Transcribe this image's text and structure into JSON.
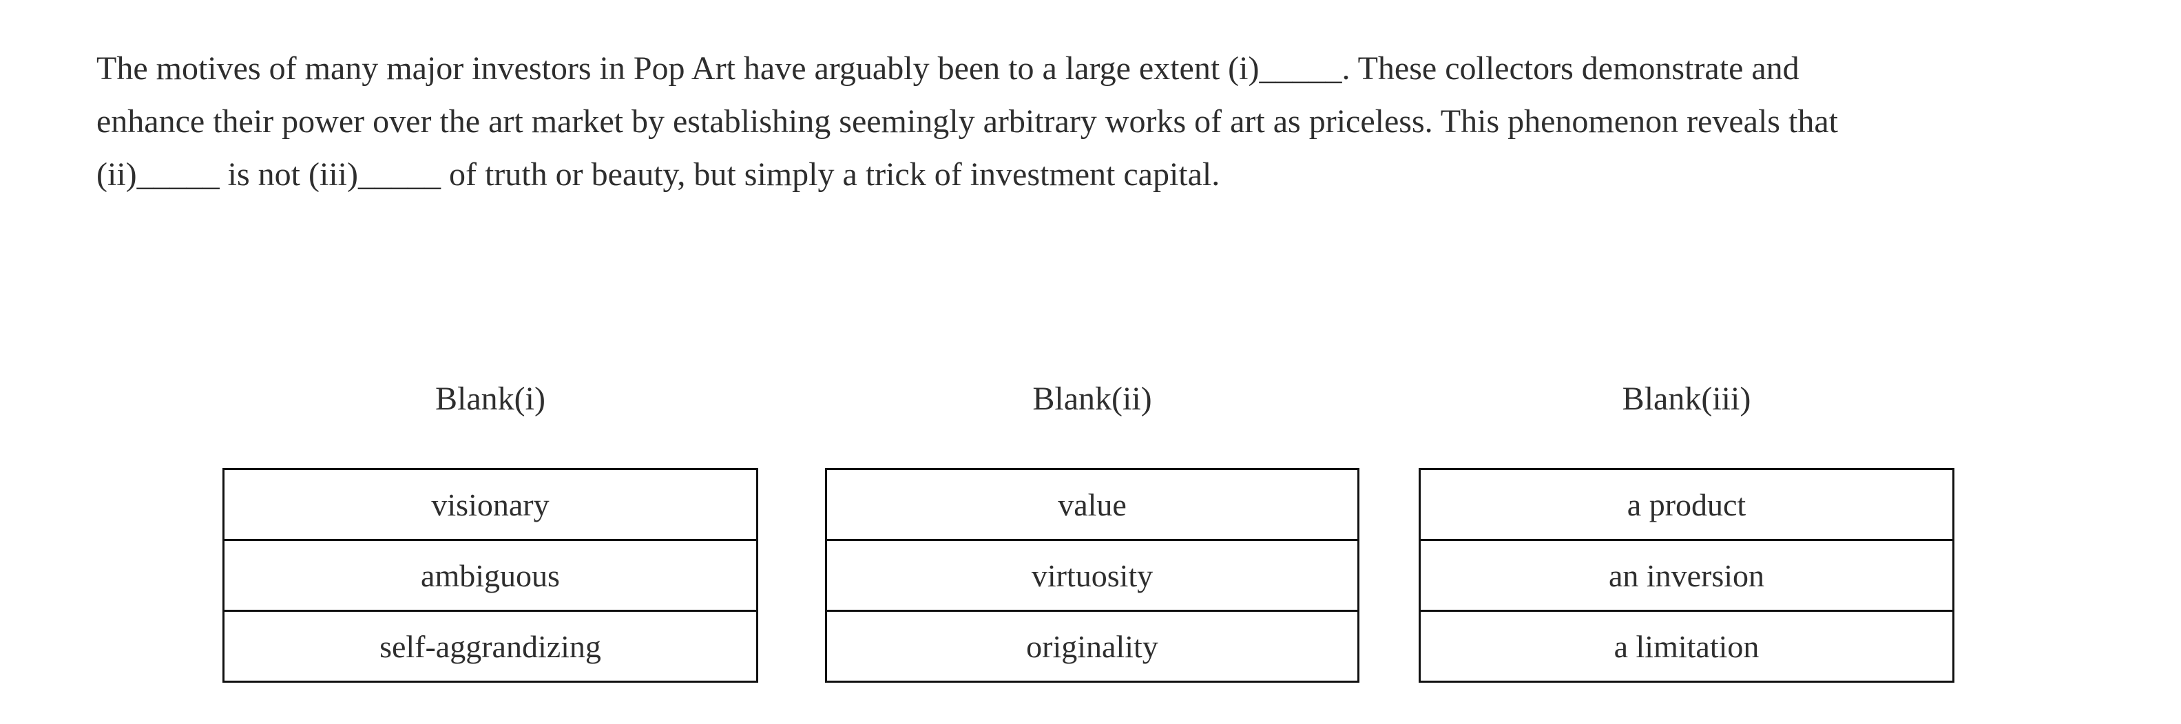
{
  "passage": {
    "lines": [
      "The motives of many major investors in Pop Art have arguably been to a large extent (i)_____. These collectors demonstrate and",
      "enhance their power over the art market by establishing seemingly arbitrary works of art as priceless. This phenomenon reveals that",
      "(ii)_____ is not (iii)_____ of truth or beauty, but simply a trick of investment capital."
    ]
  },
  "blanks": [
    {
      "label": "Blank(i)",
      "options": [
        "visionary",
        "ambiguous",
        "self-aggrandizing"
      ]
    },
    {
      "label": "Blank(ii)",
      "options": [
        "value",
        "virtuosity",
        "originality"
      ]
    },
    {
      "label": "Blank(iii)",
      "options": [
        "a product",
        "an inversion",
        "a limitation"
      ]
    }
  ],
  "colors": {
    "background": "#ffffff",
    "text": "#2e2e2e",
    "table_border": "#111111"
  }
}
